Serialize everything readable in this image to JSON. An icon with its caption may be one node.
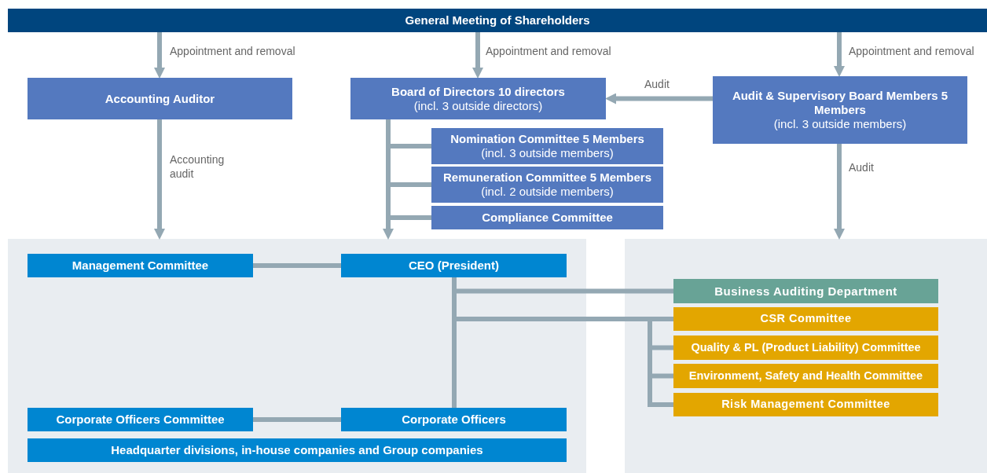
{
  "diagram": {
    "nodes": [
      {
        "text": [
          "General Meeting of Shareholders"
        ]
      },
      {
        "text": [
          "Accounting Auditor"
        ]
      },
      {
        "text": [
          "Board of Directors 10 directors",
          "(incl. 3 outside directors)"
        ]
      },
      {
        "text": [
          "Audit & Supervisory Board Members 5 Members",
          "(incl. 3 outside members)"
        ]
      },
      {
        "text": [
          "Nomination Committee 5 Members",
          "(incl. 3 outside members)"
        ]
      },
      {
        "text": [
          "Remuneration Committee 5 Members",
          "(incl. 2 outside members)"
        ]
      },
      {
        "text": [
          "Compliance Committee"
        ]
      },
      {
        "text": [],
        "shape": "box"
      },
      {
        "text": [],
        "shape": "box"
      },
      {
        "text": [
          "Management Committee"
        ],
        "in": 7
      },
      {
        "text": [
          "CEO (President)"
        ],
        "in": 7
      },
      {
        "text": [
          "Corporate Officers Committee"
        ],
        "in": 7
      },
      {
        "text": [
          "Corporate Officers"
        ],
        "in": 7
      },
      {
        "text": [
          "Headquarter divisions, in-house companies and Group companies"
        ],
        "in": 7
      },
      {
        "text": [
          "Business Auditing Department"
        ],
        "in": 8
      },
      {
        "text": [
          "CSR Committee"
        ],
        "in": 8
      },
      {
        "text": [
          "Quality & PL (Product Liability) Committee"
        ],
        "in": 8
      },
      {
        "text": [
          "Environment, Safety and Health Committee"
        ],
        "in": 8
      },
      {
        "text": [
          "Risk Management Committee"
        ],
        "in": 8
      }
    ],
    "edges": [
      {
        "from": 0,
        "to": 1,
        "arrow": "to",
        "label": "Appointment and removal"
      },
      {
        "from": 0,
        "to": 2,
        "arrow": "to",
        "label": "Appointment and removal"
      },
      {
        "from": 0,
        "to": 3,
        "arrow": "to",
        "label": "Appointment and removal"
      },
      {
        "from": 1,
        "to": 7,
        "arrow": "to",
        "label": "Accounting audit"
      },
      {
        "from": 3,
        "to": 2,
        "arrow": "to",
        "label": "Audit"
      },
      {
        "from": 3,
        "to": 8,
        "arrow": "to",
        "label": "Audit"
      },
      {
        "from": 2,
        "to": 4,
        "arrow": "none"
      },
      {
        "from": 2,
        "to": 5,
        "arrow": "none"
      },
      {
        "from": 2,
        "to": 6,
        "arrow": "none"
      },
      {
        "from": 2,
        "to": 7,
        "arrow": "to"
      },
      {
        "from": 9,
        "to": 10,
        "arrow": "none"
      },
      {
        "from": 10,
        "to": 12,
        "arrow": "none"
      },
      {
        "from": 11,
        "to": 12,
        "arrow": "none"
      },
      {
        "from": 10,
        "to": 14,
        "arrow": "none"
      },
      {
        "from": 10,
        "to": 15,
        "arrow": "none"
      },
      {
        "from": 15,
        "to": 16,
        "arrow": "none"
      },
      {
        "from": 15,
        "to": 17,
        "arrow": "none"
      },
      {
        "from": 15,
        "to": 18,
        "arrow": "none"
      }
    ]
  }
}
